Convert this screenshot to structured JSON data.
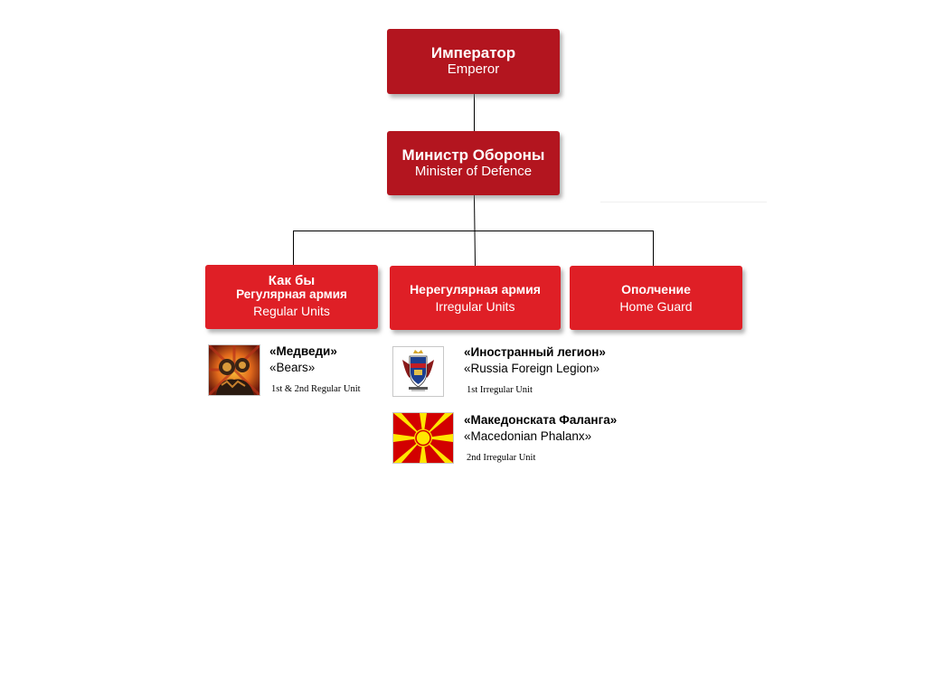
{
  "colors": {
    "top_box": "#b3151f",
    "branch_box": "#df1f26",
    "connector": "#000000"
  },
  "emperor": {
    "ru": "Император",
    "en": "Emperor"
  },
  "minister": {
    "ru": "Министр Обороны",
    "en": "Minister of Defence"
  },
  "branches": {
    "regular": {
      "ru_line1": "Как бы",
      "ru_line2": "Регулярная армия",
      "en": "Regular Units"
    },
    "irregular": {
      "ru": "Нерегулярная армия",
      "en": "Irregular Units"
    },
    "home_guard": {
      "ru": "Ополчение",
      "en": "Home Guard"
    }
  },
  "units": {
    "bears": {
      "ru": "«Медведи»",
      "en": "«Bears»",
      "note": "1st & 2nd Regular Unit",
      "icon": "bears-emblem-icon"
    },
    "legion": {
      "ru": "«Иностранный легион»",
      "en": "«Russia Foreign Legion»",
      "note": "1st Irregular Unit",
      "icon": "coat-of-arms-icon"
    },
    "phalanx": {
      "ru": "«Македонската Фаланга»",
      "en": "«Macedonian Phalanx»",
      "note": "2nd Irregular Unit",
      "icon": "macedonian-flag-icon"
    }
  }
}
